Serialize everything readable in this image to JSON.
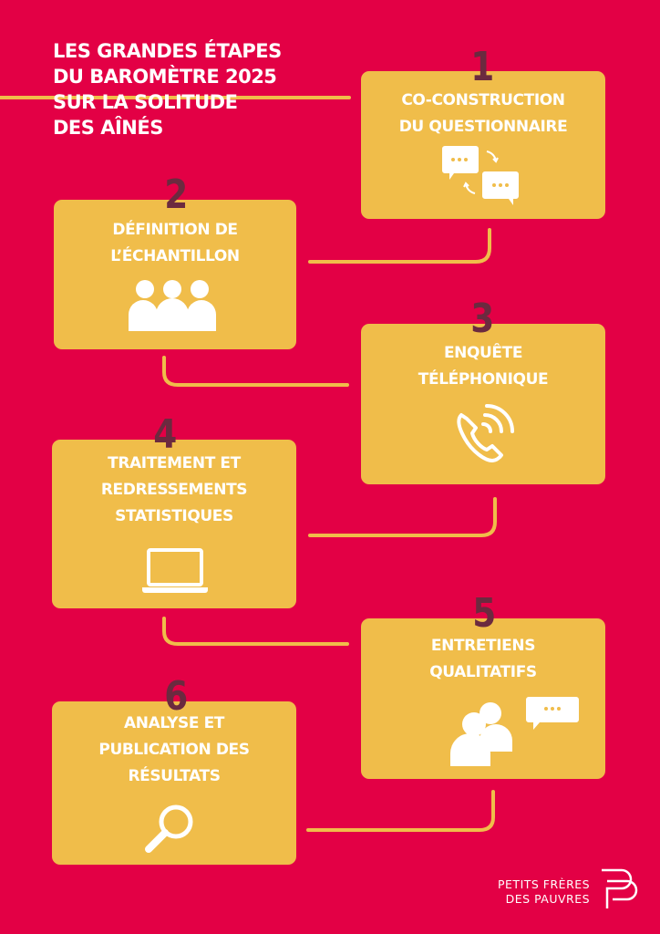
{
  "title": "LES GRANDES ÉTAPES\nDU BAROMÈTRE 2025\nSUR LA SOLITUDE\nDES AÎNÉS",
  "colors": {
    "background": "#e30045",
    "box": "#f0bd4a",
    "number": "#6b2a3f",
    "text": "#ffffff"
  },
  "steps": [
    {
      "number": "1",
      "label": "CO-CONSTRUCTION\nDU QUESTIONNAIRE",
      "icon": "chat-exchange-icon"
    },
    {
      "number": "2",
      "label": "DÉFINITION DE\nL’ÉCHANTILLON",
      "icon": "people-group-icon"
    },
    {
      "number": "3",
      "label": "ENQUÊTE\nTÉLÉPHONIQUE",
      "icon": "phone-call-icon"
    },
    {
      "number": "4",
      "label": "TRAITEMENT ET\nREDRESSEMENTS\nSTATISTIQUES",
      "icon": "laptop-icon"
    },
    {
      "number": "5",
      "label": "ENTRETIENS\nQUALITATIFS",
      "icon": "interview-icon"
    },
    {
      "number": "6",
      "label": "ANALYSE  ET\nPUBLICATION DES\nRÉSULTATS",
      "icon": "magnifier-icon"
    }
  ],
  "logo": {
    "text": "PETITS FRÈRES\nDES PAUVRES"
  }
}
